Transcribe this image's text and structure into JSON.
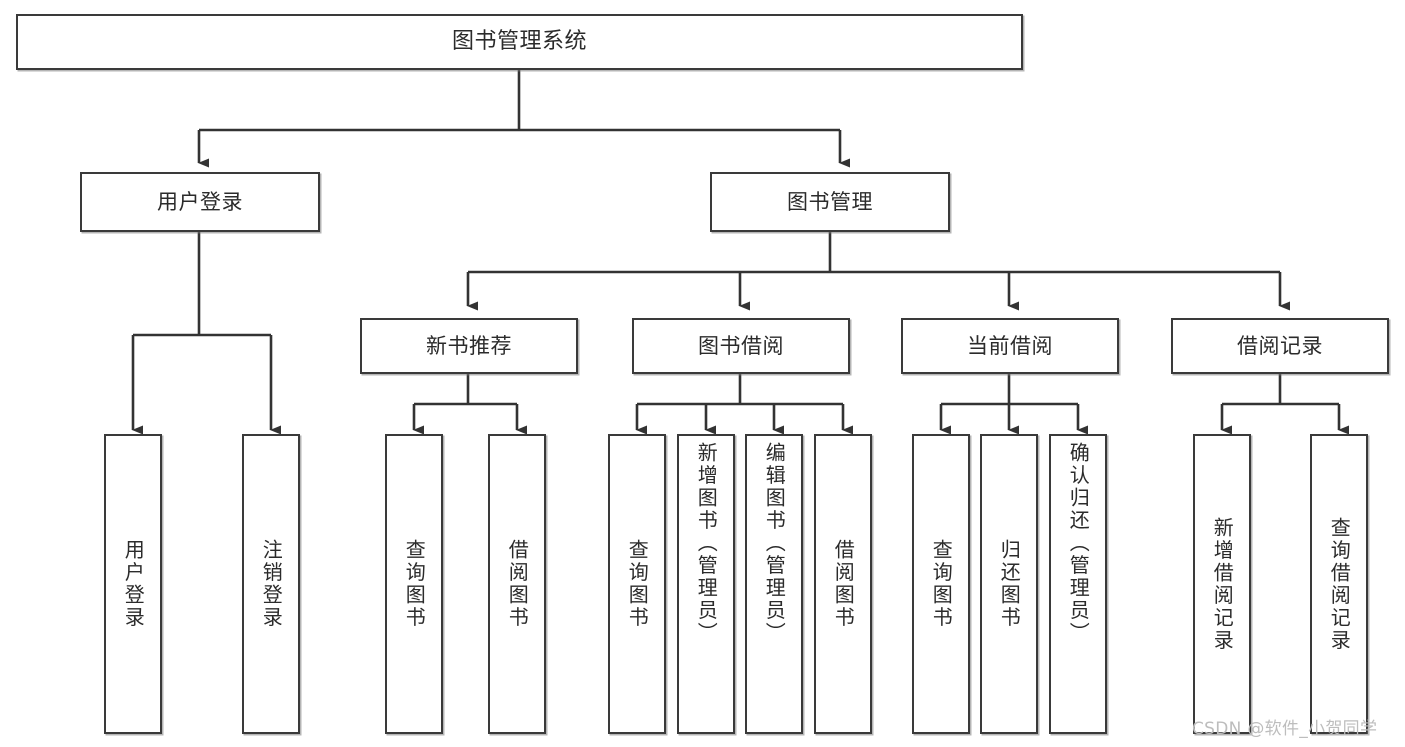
{
  "diagram": {
    "title": "图书管理系统",
    "type": "tree-hierarchy-chart",
    "root": {
      "label": "图书管理系统"
    },
    "level2": [
      {
        "label": "用户登录"
      },
      {
        "label": "图书管理"
      }
    ],
    "level3": [
      {
        "label": "新书推荐"
      },
      {
        "label": "图书借阅"
      },
      {
        "label": "当前借阅"
      },
      {
        "label": "借阅记录"
      }
    ],
    "leaves": {
      "user_login": [
        {
          "label": "用户登录"
        },
        {
          "label": "注销登录"
        }
      ],
      "new_book_recommend": [
        {
          "label": "查询图书"
        },
        {
          "label": "借阅图书"
        }
      ],
      "book_borrow": [
        {
          "label": "查询图书"
        },
        {
          "label": "新增图书（管理员）"
        },
        {
          "label": "编辑图书（管理员）"
        },
        {
          "label": "借阅图书"
        }
      ],
      "current_borrow": [
        {
          "label": "查询图书"
        },
        {
          "label": "归还图书"
        },
        {
          "label": "确认归还（管理员）"
        }
      ],
      "borrow_record": [
        {
          "label": "新增借阅记录"
        },
        {
          "label": "查询借阅记录"
        }
      ]
    }
  },
  "watermark": {
    "text": "CSDN @软件_小贺同学"
  },
  "colors": {
    "border": "#3a3a3a",
    "text": "#2b2b2b",
    "background": "#ffffff",
    "connector": "#333333",
    "watermark": "#bdbdbd"
  }
}
